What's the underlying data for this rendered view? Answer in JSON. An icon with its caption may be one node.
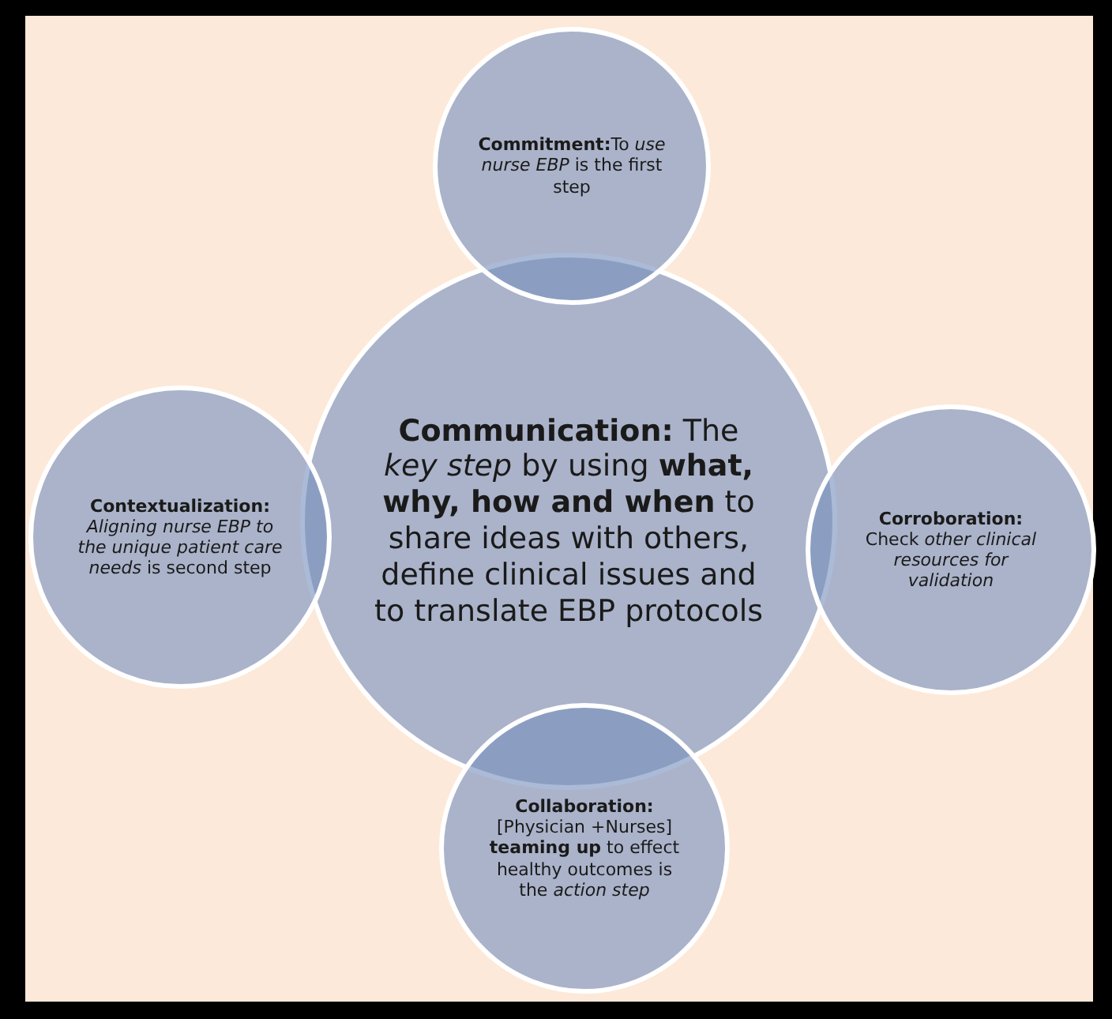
{
  "diagram": {
    "nodes": [
      {
        "text": [
          "**Commitment:**To *use nurse EBP* is the first step"
        ]
      },
      {
        "text": [
          "**Contextualization:** *Aligning nurse EBP to the unique patient care needs* is second step"
        ]
      },
      {
        "text": [
          "**Communication:** The *key step* by using **what, why, how and when** to share ideas with others, define clinical issues and to translate EBP protocols"
        ]
      },
      {
        "text": [
          "**Corroboration:** Check *other clinical resources for validation*"
        ]
      },
      {
        "text": [
          "**Collaboration:** [Physician +Nurses] **teaming up** to effect healthy outcomes is the *action step*"
        ]
      }
    ]
  }
}
